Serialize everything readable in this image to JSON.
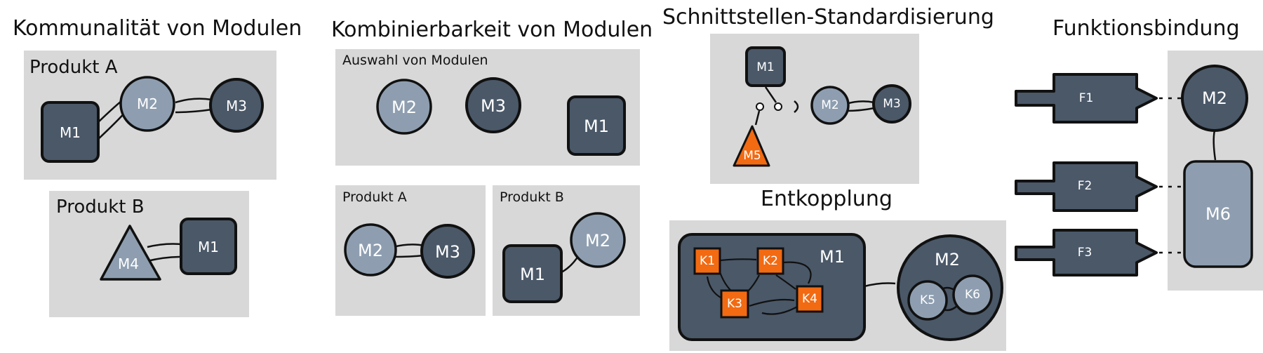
{
  "sections": {
    "kommunalitaet": {
      "title": "Kommunalität von Modulen",
      "produkt_a": "Produkt A",
      "produkt_b": "Produkt B"
    },
    "kombinierbarkeit": {
      "title": "Kombinierbarkeit von Modulen",
      "auswahl": "Auswahl von Modulen",
      "produkt_a": "Produkt A",
      "produkt_b": "Produkt B"
    },
    "schnittstellen": {
      "title": "Schnittstellen-Standardisierung"
    },
    "entkopplung": {
      "title": "Entkopplung"
    },
    "funktionsbindung": {
      "title": "Funktionsbindung"
    }
  },
  "labels": {
    "m1": "M1",
    "m2": "M2",
    "m3": "M3",
    "m4": "M4",
    "m5": "M5",
    "m6": "M6",
    "k1": "K1",
    "k2": "K2",
    "k3": "K3",
    "k4": "K4",
    "k5": "K5",
    "k6": "K6",
    "f1": "F1",
    "f2": "F2",
    "f3": "F3"
  },
  "colors": {
    "dark_module": "#4a5868",
    "light_module": "#8e9eb0",
    "orange_component": "#f26a12",
    "panel": "#d8d8d8",
    "outline": "#111111"
  }
}
